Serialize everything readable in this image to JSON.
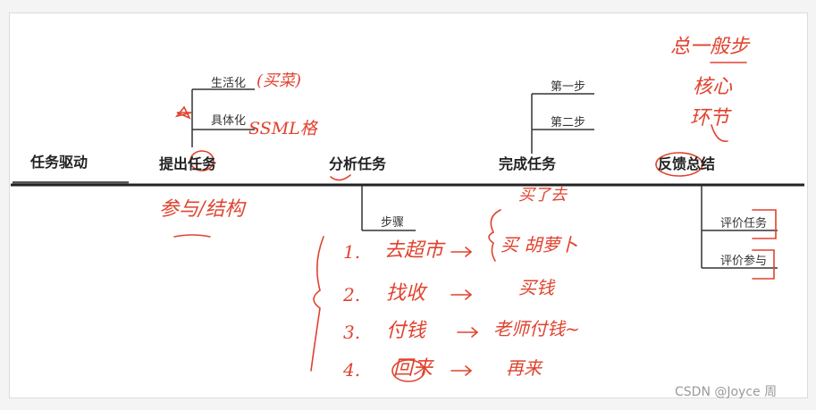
{
  "diagram": {
    "root": "任务驱动",
    "steps": [
      "提出任务",
      "分析任务",
      "完成任务",
      "反馈总结"
    ],
    "branches": {
      "propose": [
        "生活化",
        "具体化"
      ],
      "analyze": [
        "步骤"
      ],
      "complete": [
        "第一步",
        "第二步"
      ],
      "feedback": [
        "评价任务",
        "评价参与"
      ]
    }
  },
  "annotations": {
    "propose_1": "(买菜)",
    "propose_2": "SSML格",
    "below_propose": "参与/结构",
    "top_right_1": "总一般步",
    "top_right_2": "核心",
    "top_right_3": "环节",
    "below_complete": "买了去",
    "list": [
      {
        "num": "1.",
        "action": "去超市",
        "result": "买 胡萝卜"
      },
      {
        "num": "2.",
        "action": "找收",
        "result": "买钱"
      },
      {
        "num": "3.",
        "action": "付钱",
        "result": "老师付钱~"
      },
      {
        "num": "4.",
        "action": "回来",
        "result": "再来"
      }
    ]
  },
  "watermark": "CSDN @Joyce 周",
  "colors": {
    "ink": "#e0422e",
    "line": "#333333",
    "axis": "#222222"
  }
}
